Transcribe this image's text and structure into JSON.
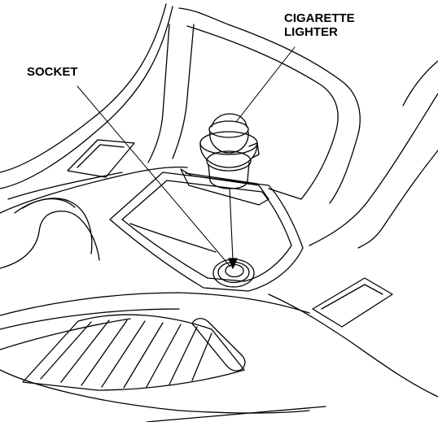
{
  "labels": {
    "socket": "SOCKET",
    "cigarette_lighter_line1": "CIGARETTE",
    "cigarette_lighter_line2": "LIGHTER"
  }
}
